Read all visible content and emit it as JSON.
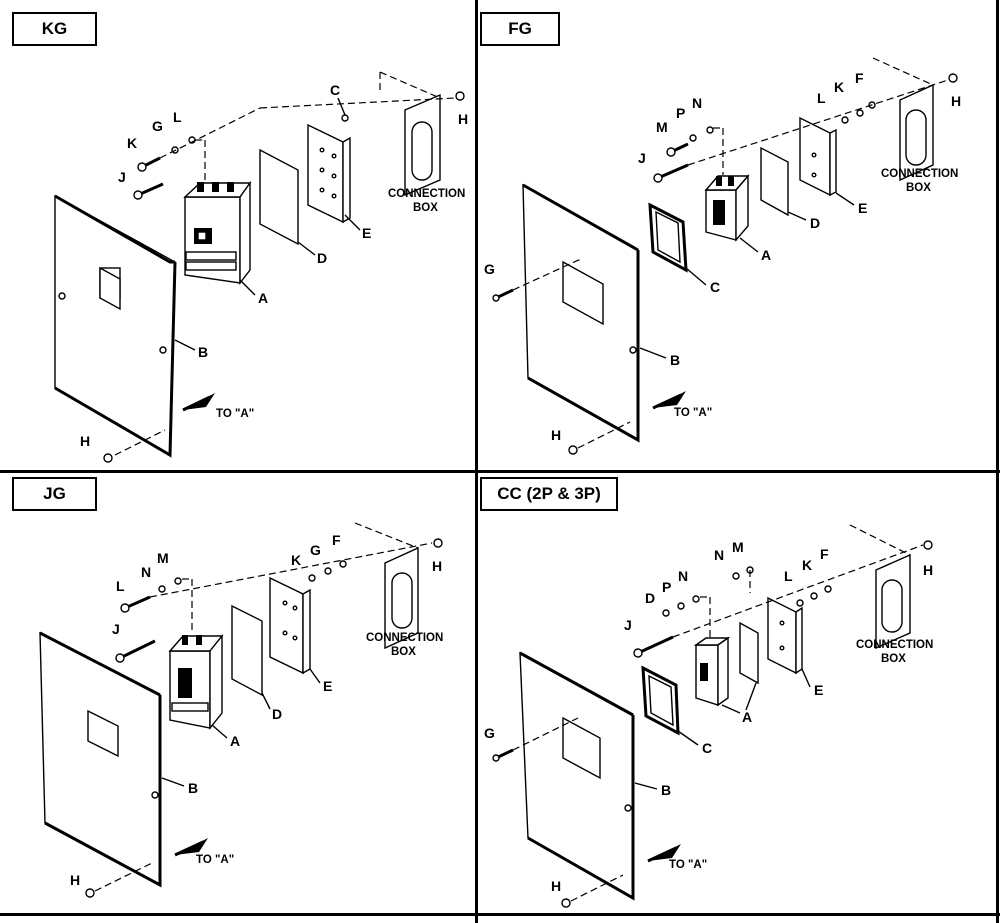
{
  "quadrants": [
    {
      "title": "KG",
      "labels": {
        "A": "A",
        "B": "B",
        "C": "C",
        "D": "D",
        "E": "E",
        "H1": "H",
        "H2": "H",
        "J": "J",
        "K": "K",
        "G": "G",
        "L": "L"
      },
      "connection_box": [
        "CONNECTION",
        "BOX"
      ],
      "to_a": "TO \"A\""
    },
    {
      "title": "FG",
      "labels": {
        "A": "A",
        "B": "B",
        "C": "C",
        "D": "D",
        "E": "E",
        "G": "G",
        "H1": "H",
        "H2": "H",
        "J": "J",
        "M": "M",
        "P": "P",
        "N": "N",
        "L": "L",
        "K": "K",
        "F": "F"
      },
      "connection_box": [
        "CONNECTION",
        "BOX"
      ],
      "to_a": "TO \"A\""
    },
    {
      "title": "JG",
      "labels": {
        "A": "A",
        "B": "B",
        "D": "D",
        "E": "E",
        "H1": "H",
        "H2": "H",
        "J": "J",
        "L": "L",
        "N": "N",
        "M": "M",
        "K": "K",
        "G": "G",
        "F": "F"
      },
      "connection_box": [
        "CONNECTION",
        "BOX"
      ],
      "to_a": "TO \"A\""
    },
    {
      "title": "CC (2P & 3P)",
      "labels": {
        "A": "A",
        "B": "B",
        "C": "C",
        "E": "E",
        "G": "G",
        "H1": "H",
        "H2": "H",
        "J": "J",
        "D": "D",
        "P": "P",
        "N1": "N",
        "N2": "N",
        "M": "M",
        "L": "L",
        "K": "K",
        "F": "F"
      },
      "connection_box": [
        "CONNECTION",
        "BOX"
      ],
      "to_a": "TO \"A\""
    }
  ]
}
